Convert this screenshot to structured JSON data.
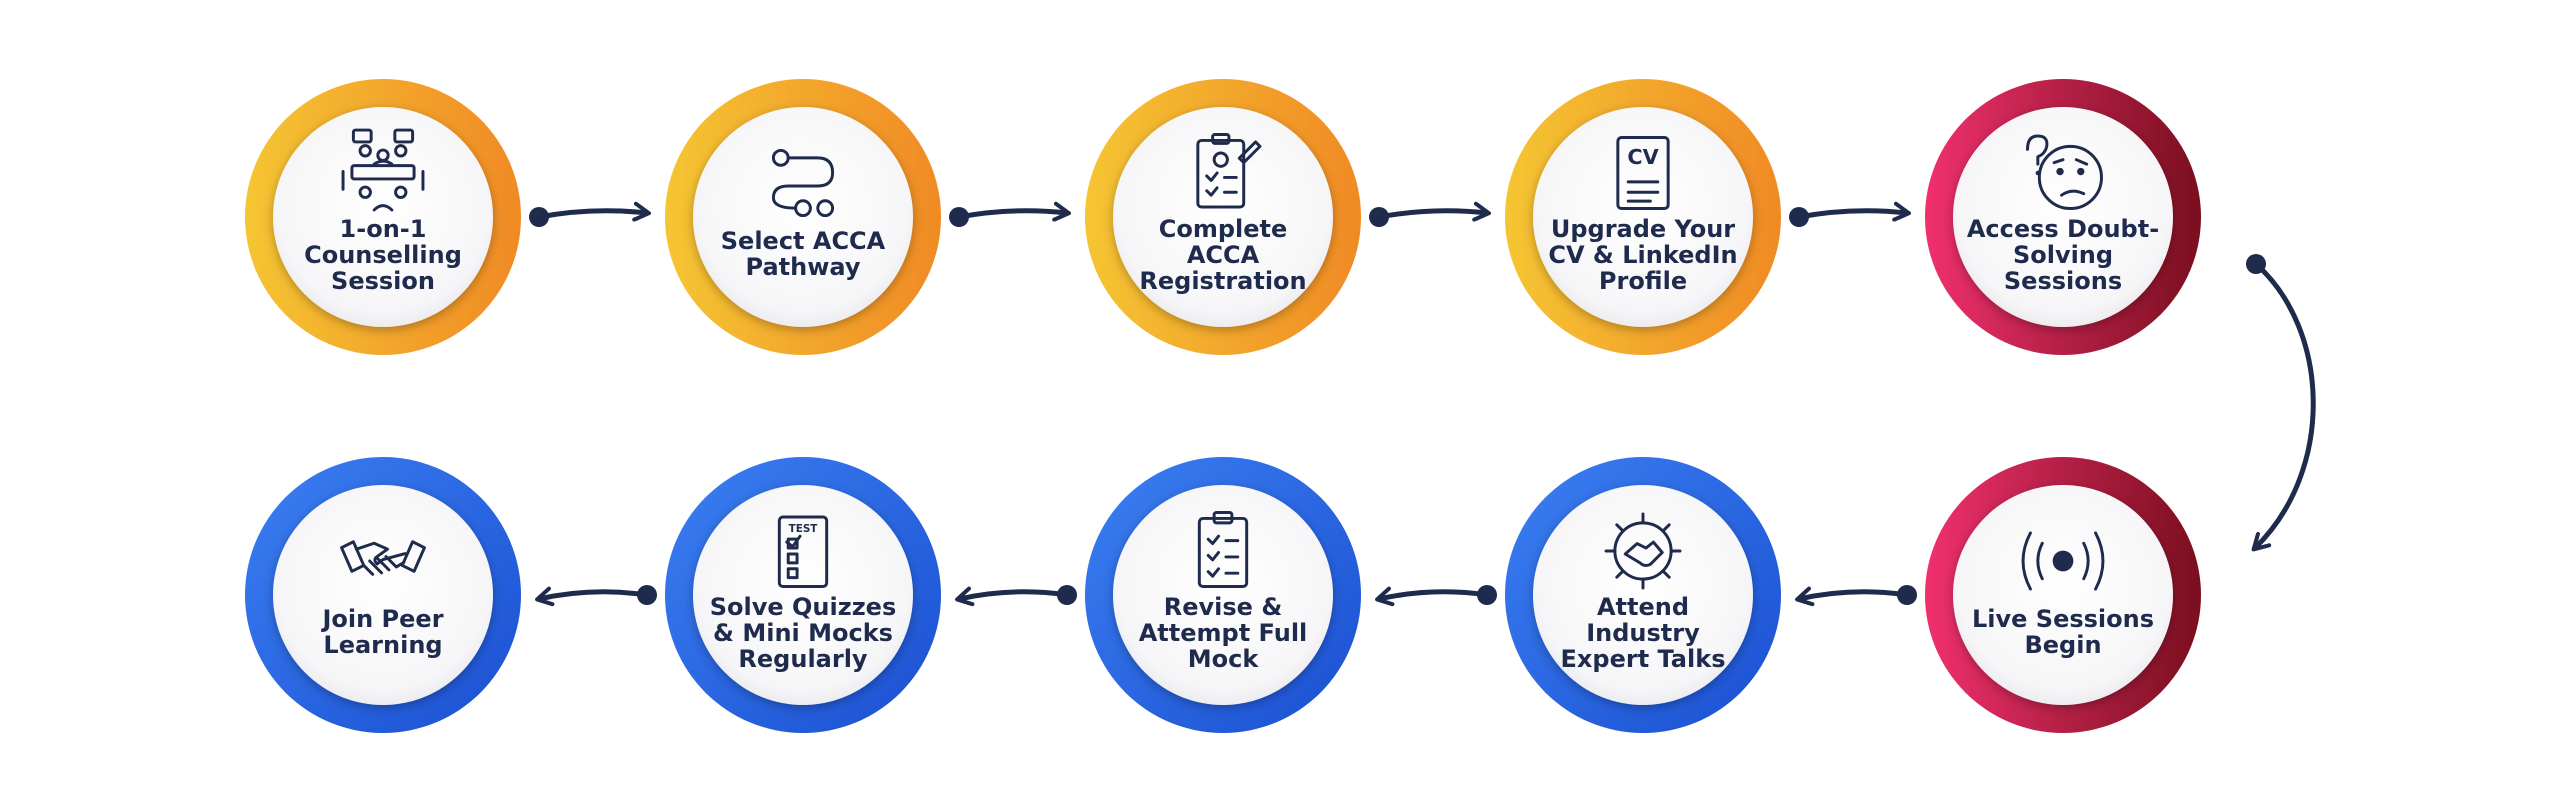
{
  "steps": [
    {
      "lines": [
        "1-on-1",
        "Counselling",
        "Session"
      ],
      "icon": "counselling-meeting-icon",
      "theme": "orange"
    },
    {
      "lines": [
        "Select ACCA",
        "Pathway"
      ],
      "icon": "pathway-route-icon",
      "theme": "orange"
    },
    {
      "lines": [
        "Complete",
        "ACCA",
        "Registration"
      ],
      "icon": "registration-form-icon",
      "theme": "orange"
    },
    {
      "lines": [
        "Upgrade Your",
        "CV & LinkedIn",
        "Profile"
      ],
      "icon": "cv-document-icon",
      "theme": "orange"
    },
    {
      "lines": [
        "Access Doubt-",
        "Solving",
        "Sessions"
      ],
      "icon": "confused-face-icon",
      "theme": "red"
    },
    {
      "lines": [
        "Live Sessions",
        "Begin"
      ],
      "icon": "live-broadcast-icon",
      "theme": "red"
    },
    {
      "lines": [
        "Attend",
        "Industry",
        "Expert Talks"
      ],
      "icon": "gear-handshake-icon",
      "theme": "blue"
    },
    {
      "lines": [
        "Revise &",
        "Attempt Full",
        "Mock"
      ],
      "icon": "checklist-clipboard-icon",
      "theme": "blue"
    },
    {
      "lines": [
        "Solve Quizzes",
        "& Mini Mocks",
        "Regularly"
      ],
      "icon": "test-clipboard-icon",
      "theme": "blue"
    },
    {
      "lines": [
        "Join Peer",
        "Learning"
      ],
      "icon": "handshake-icon",
      "theme": "blue"
    }
  ],
  "icon_text": {
    "cv": "CV",
    "test": "TEST"
  },
  "colors": {
    "orange_start": "#f5c533",
    "orange_end": "#f08a24",
    "red_start": "#f0306e",
    "red_end": "#7a0f1e",
    "blue_start": "#3b7ff2",
    "blue_end": "#1a4fd1",
    "connector": "#1f2b4d",
    "label": "#1f2b4d"
  }
}
